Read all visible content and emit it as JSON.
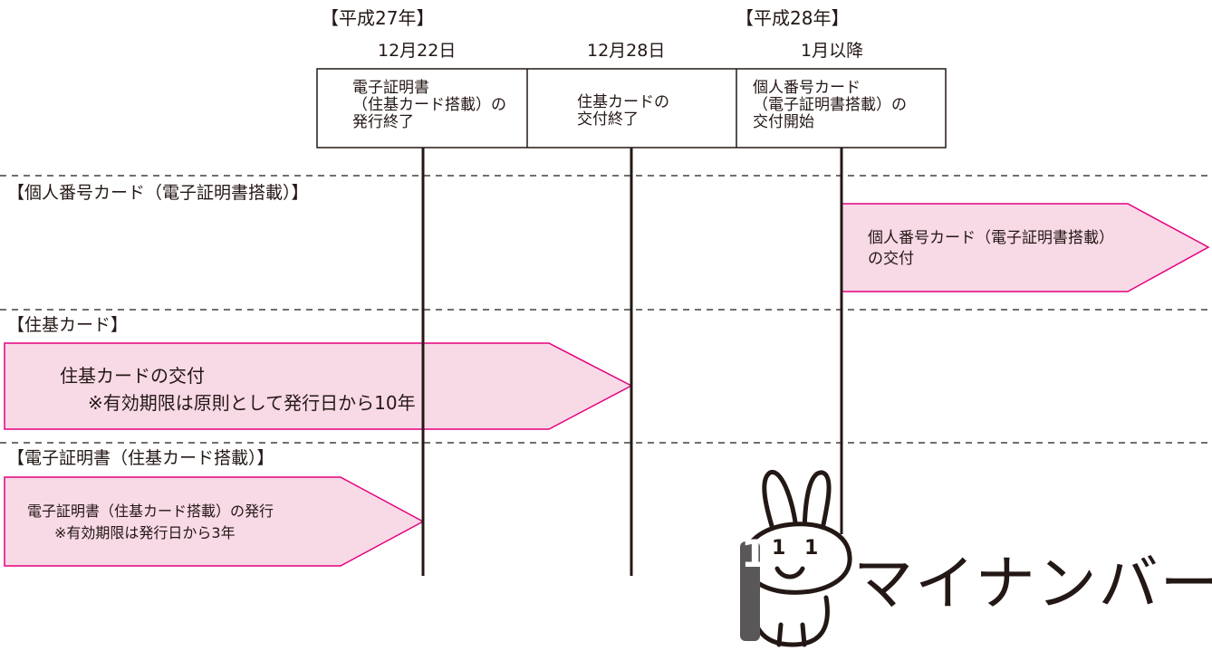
{
  "header": {
    "era_left": "【平成27年】",
    "era_right": "【平成28年】",
    "dates": [
      "12月22日",
      "12月28日",
      "1月以降"
    ]
  },
  "milestones": [
    {
      "lines": [
        "電子証明書",
        "（住基カード搭載）の",
        "発行終了"
      ]
    },
    {
      "lines": [
        "住基カードの",
        "交付終了"
      ]
    },
    {
      "lines": [
        "個人番号カード",
        "（電子証明書搭載）の",
        "交付開始"
      ]
    }
  ],
  "sections": [
    {
      "label": "【個人番号カード（電子証明書搭載）】",
      "arrow_lines": [
        "個人番号カード（電子証明書搭載）",
        "の交付"
      ]
    },
    {
      "label": "【住基カード】",
      "arrow_lines": [
        "住基カードの交付",
        "※有効期限は原則として発行日から10年"
      ]
    },
    {
      "label": "【電子証明書（住基カード搭載）】",
      "arrow_lines": [
        "電子証明書（住基カード搭載）の発行",
        "※有効期限は発行日から3年"
      ]
    }
  ],
  "logo": {
    "text": "マイナンバー",
    "badge_digit": "1",
    "eye_marks": [
      "1",
      "1"
    ]
  },
  "colors": {
    "arrow_fill": "#f8d9e6",
    "arrow_stroke": "#e4007f",
    "line": "#231815"
  }
}
